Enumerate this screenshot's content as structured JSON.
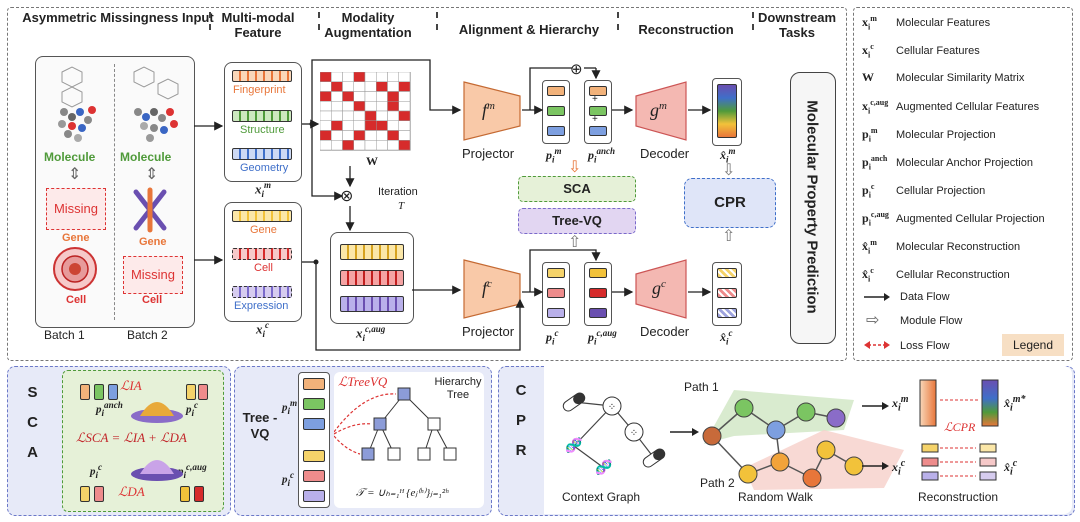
{
  "headers": {
    "input": "Asymmetric Missingness Input",
    "feature": "Multi-modal Feature",
    "augment": "Modality Augmentation",
    "align": "Alignment & Hierarchy",
    "recon": "Reconstruction",
    "downstream": "Downstream Tasks"
  },
  "input": {
    "molecule": "Molecule",
    "missing": "Missing",
    "gene": "Gene",
    "cell": "Cell",
    "batch1": "Batch 1",
    "batch2": "Batch 2"
  },
  "features": {
    "fingerprint": "Fingerprint",
    "structure": "Structure",
    "geometry": "Geometry",
    "gene": "Gene",
    "cell": "Cell",
    "expression": "Expression",
    "xm": "x",
    "xc": "x"
  },
  "augment": {
    "W": "W",
    "iteration": "Iteration",
    "T": "T",
    "xaug": "x"
  },
  "align": {
    "fm": "f",
    "fc": "f",
    "projector1": "Projector",
    "projector2": "Projector",
    "sca": "SCA",
    "treevq": "Tree-VQ"
  },
  "recon": {
    "gm": "g",
    "gc": "g",
    "decoder1": "Decoder",
    "decoder2": "Decoder",
    "cpr": "CPR"
  },
  "downstream": {
    "task": "Molecular Property Prediction"
  },
  "legend": {
    "items": [
      {
        "sym": "x",
        "sup": "m",
        "text": "Molecular Features"
      },
      {
        "sym": "x",
        "sup": "c",
        "text": "Cellular Features"
      },
      {
        "sym": "W",
        "sup": "",
        "text": "Molecular Similarity Matrix"
      },
      {
        "sym": "x",
        "sup": "c,aug",
        "text": "Augmented Cellular Features"
      },
      {
        "sym": "p",
        "sup": "m",
        "text": "Molecular Projection"
      },
      {
        "sym": "p",
        "sup": "anch",
        "text": "Molecular Anchor Projection"
      },
      {
        "sym": "p",
        "sup": "c",
        "text": "Cellular Projection"
      },
      {
        "sym": "p",
        "sup": "c,aug",
        "text": "Augmented Cellular Projection"
      },
      {
        "sym": "x̂",
        "sup": "m",
        "text": "Molecular Reconstruction"
      },
      {
        "sym": "x̂",
        "sup": "c",
        "text": "Cellular Reconstruction"
      }
    ],
    "data_flow": "Data Flow",
    "module_flow": "Module Flow",
    "loss_flow": "Loss Flow",
    "title": "Legend"
  },
  "sca_panel": {
    "side": "SCA",
    "eq": "ℒSCA = ℒIA + ℒDA",
    "lia": "ℒIA",
    "lda": "ℒDA"
  },
  "treevq_panel": {
    "side": "Tree -VQ",
    "loss": "ℒTreeVQ",
    "hierarchy": "Hierarchy Tree",
    "formula": "𝒯 = ∪ₕ₌₁ᴴ {eⱼ⁽ʰ⁾}ⱼ₌₁²ʰ"
  },
  "cpr_panel": {
    "side": "CPR",
    "path1": "Path 1",
    "path2": "Path 2",
    "context": "Context Graph",
    "walk": "Random Walk",
    "reconstruction": "Reconstruction",
    "lcpr": "ℒCPR"
  },
  "colors": {
    "orange": "#e8763a",
    "green": "#4f9a3a",
    "blue": "#3f6fc9",
    "red": "#d62b2b",
    "yellow": "#f2c23a",
    "lilac": "#e2d6f2",
    "sca_bg": "#e6f1d8",
    "panel_bg": "#e7eaf8"
  }
}
